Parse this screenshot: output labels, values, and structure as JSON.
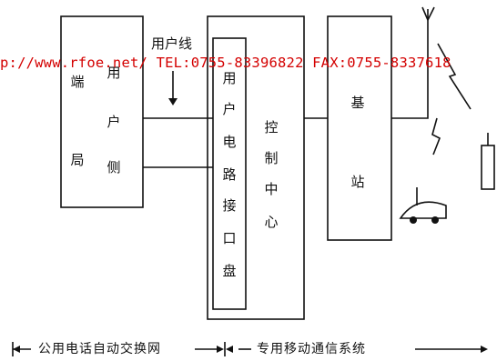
{
  "watermark": "p://www.rfoe.net/ TEL:0755-83396822 FAX:0755-8337618",
  "exchange": {
    "left_text": "端局",
    "right_text": "用户侧"
  },
  "user_line_label": "用户线",
  "interface_label": "用户电路接口盘",
  "control_center_label": "控制中心",
  "base_station_label": "基站",
  "bottom_labels": {
    "public_network": "公用电话自动交换网",
    "dedicated_system": "专用移动通信系统"
  }
}
